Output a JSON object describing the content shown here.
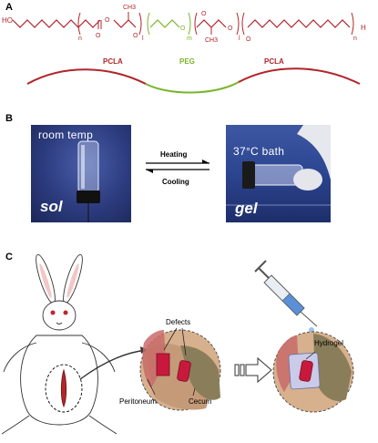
{
  "panels": {
    "a": {
      "label": "A",
      "formula": {
        "ho": "HO",
        "h_end": "H",
        "ch3": "CH3",
        "sub_n": "n",
        "sub_l": "l",
        "sub_m": "m",
        "o": "O"
      },
      "blocks": [
        "PCLA",
        "PEG",
        "PCLA"
      ],
      "colors": {
        "pcla": "#b0252a",
        "peg": "#7ab42c"
      }
    },
    "b": {
      "label": "B",
      "left_caption": "room  temp",
      "left_state": "sol",
      "right_caption": "37°C  bath",
      "right_state": "gel",
      "arrow_top": "Heating",
      "arrow_bottom": "Cooling"
    },
    "c": {
      "label": "C",
      "defects": "Defects",
      "peritoneum": "Peritoneum",
      "cecum": "Cecum",
      "hydrogel": "Hydrogel"
    }
  }
}
